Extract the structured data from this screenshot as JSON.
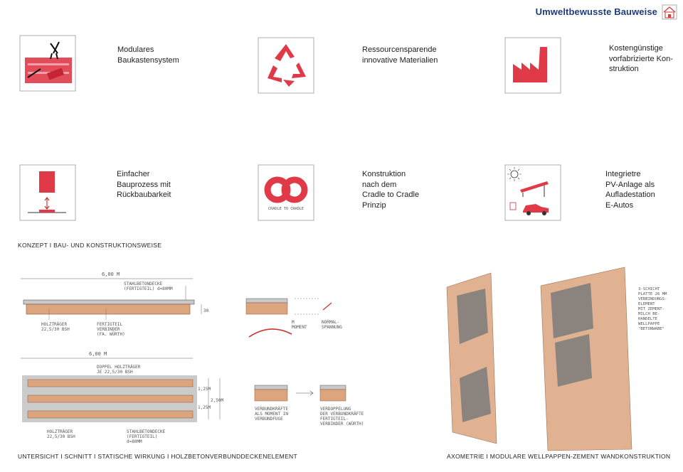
{
  "header": {
    "title": "Umweltbewusste Bauweise"
  },
  "concepts": [
    {
      "label": "Modulares\nBaukastensystem",
      "icon": "tools-icon"
    },
    {
      "label": "Ressourcensparende\ninnovative Materialien",
      "icon": "recycle-icon"
    },
    {
      "label": "Kostengünstige\nvorfabrizierte Kon-\nstruktion",
      "icon": "factory-icon"
    },
    {
      "label": "Einfacher\nBauprozess mit\nRückbaubarkeit",
      "icon": "module-icon"
    },
    {
      "label": "Konstruktion\nnach dem\nCradle to Cradle\nPrinzip",
      "icon": "cradle-to-cradle-icon",
      "icon_text": "CRADLE TO CRADLE"
    },
    {
      "label": "Integrietre\nPV-Anlage als\nAufladestation\nE-Autos",
      "icon": "solar-car-icon"
    }
  ],
  "captions": {
    "concept": "KONZEPT  I BAU- UND KONSTRUKTIONSWEISE",
    "section": "UNTERSICHT I  SCHNITT  I  STATISCHE WIRKUNG  I  HOLZBETONVERBUNDDECKENELEMENT",
    "axo": "AXOMETRIE  I  MODULARE WELLPAPPEN-ZEMENT WANDKONSTRUKTION"
  },
  "sketch_notes": {
    "span_top": "6,00 M",
    "span_bottom": "6,00 M",
    "slab_note": "STAHLBETONDECKE\n(FERTIGTEIL) d=80MM",
    "beam_note": "HOLZTRÄGER\n22,5/30 BSH",
    "connector_note": "FERTIGTEIL\nVERBINDER\n(FA. WÜRTH)",
    "height_note": "30",
    "moment_note": "M\nMOMENT",
    "normal_note": "NORMAL-\nSPANNUNG",
    "double_beam_note": "DOPPEL HOLZTRÄGER\nJE 22,5/30 BSH",
    "beam_note_2": "HOLZTRÄGER\n22,5/30 BSH",
    "slab_note_2": "STAHLBETONDECKE\n(FERTIGTEIL)\nd=80MM",
    "dim_a": "1,25M",
    "dim_b": "1,25M",
    "dim_c": "2,50M",
    "joint_note": "VERBUNDKRÄFTE\nALS MOMENT IN\nVERBUNDFUGE",
    "double_note": "VERDOPPELUNG\nDER VERBUNDKRÄFTE\nFERTIGTEIL-\nVERBINDER (WÜRTH)",
    "axo_note": "3-SCHICHT\nPLATTE 26 MM\nVERBINDUNGS-\nELEMENT\nMIT ZEMENT-\nMILCH BE-\nHANDELTE\nWELLPAPPE\n\"BETONWABE\""
  },
  "colors": {
    "accent_red": "#e03a48",
    "title_blue": "#1f3c7a",
    "wood": "#d9a27a",
    "concrete": "#8f8f8f"
  }
}
